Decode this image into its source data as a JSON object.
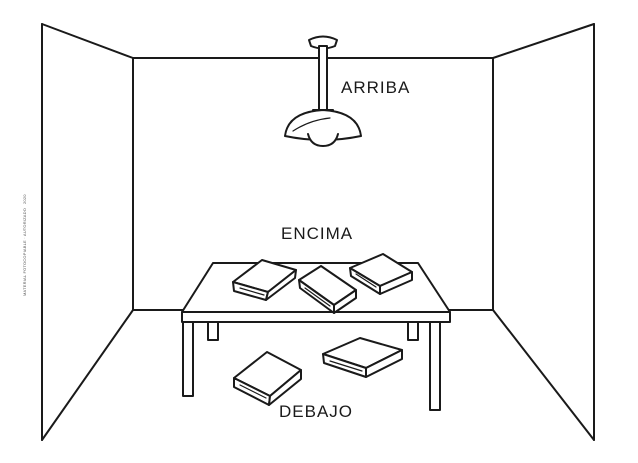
{
  "labels": {
    "above": "ARRIBA",
    "on": "ENCIMA",
    "under": "DEBAJO"
  },
  "credit": {
    "text": "MATERIAL FOTOCOPIABLE · AUTORIZADO",
    "year": "2020"
  },
  "colors": {
    "line": "#1a1a1a",
    "background": "#ffffff"
  }
}
